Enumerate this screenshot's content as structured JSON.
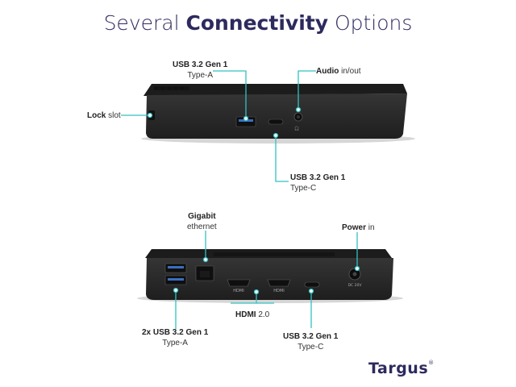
{
  "title": {
    "normal_1": "Several ",
    "bold": "Connectivity",
    "normal_2": " Options"
  },
  "top_dock": {
    "usb_a": {
      "name": "USB 3.2 Gen 1",
      "type": "Type-A"
    },
    "audio": {
      "name": "Audio",
      "suffix": " in/out"
    },
    "lock": {
      "name": "Lock",
      "suffix": " slot"
    },
    "usb_c": {
      "name": "USB 3.2 Gen 1",
      "type": "Type-C"
    }
  },
  "bottom_dock": {
    "ethernet": {
      "name": "Gigabit",
      "sub": "ethernet"
    },
    "power": {
      "name": "Power",
      "suffix": " in"
    },
    "hdmi": {
      "name": "HDMI",
      "suffix": " 2.0"
    },
    "usb_a2": {
      "name": "2x USB 3.2 Gen 1",
      "type": "Type-A"
    },
    "usb_c2": {
      "name": "USB 3.2 Gen 1",
      "type": "Type-C"
    },
    "port_text": {
      "hdmi_1": "HDMI",
      "hdmi_2": "HDMI",
      "dc": "DC 20V"
    }
  },
  "brand": {
    "name": "Targus",
    "mark": "®"
  },
  "colors": {
    "accent": "#33c1c4",
    "title": "#2d2a5e",
    "dock": "#2b2b2b"
  }
}
